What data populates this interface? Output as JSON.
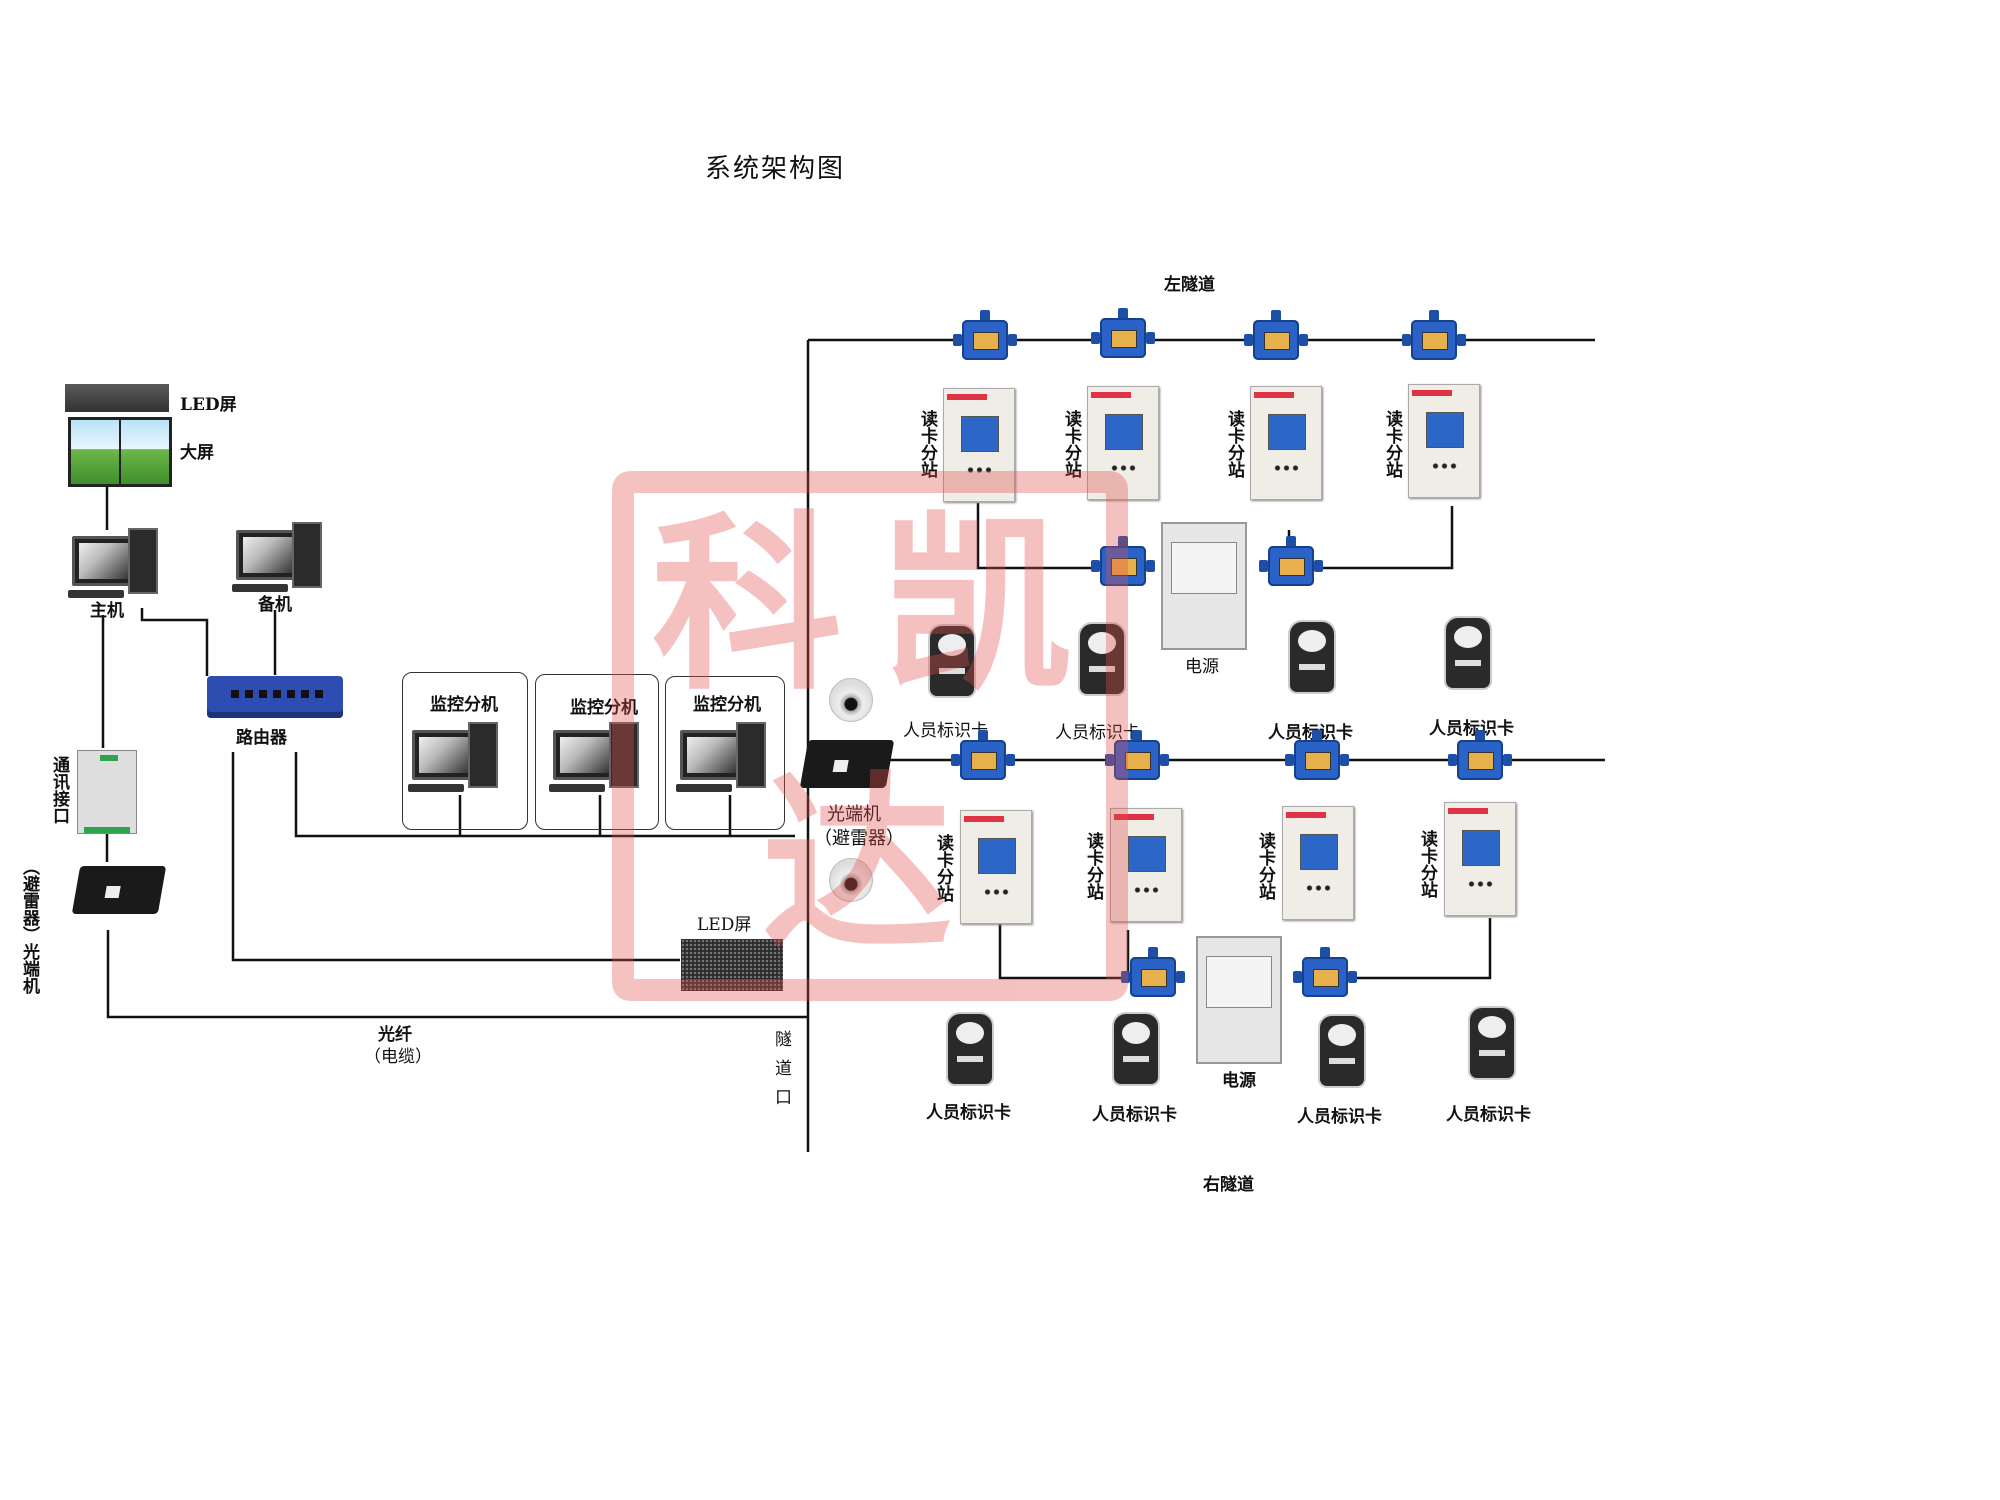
{
  "title": "系统架构图",
  "labels": {
    "led_screen_top": "LED屏",
    "big_screen": "大屏",
    "host": "主机",
    "backup": "备机",
    "router": "路由器",
    "comm_interface": "通讯接口",
    "fiber_left": "（避雷器）光端机",
    "monitor_1": "监控分机",
    "monitor_2": "监控分机",
    "monitor_3": "监控分机",
    "fiber_center_1": "光端机",
    "fiber_center_2": "（避雷器）",
    "led_screen_bottom": "LED屏",
    "fiber_cable_1": "光纤",
    "fiber_cable_2": "（电缆）",
    "tunnel_entrance": "隧道口",
    "left_tunnel": "左隧道",
    "right_tunnel": "右隧道",
    "power_top": "电源",
    "power_bottom": "电源"
  },
  "left_tunnel_readers": [
    "读卡分站",
    "读卡分站",
    "读卡分站",
    "读卡分站"
  ],
  "left_tunnel_cards": [
    "人员标识卡",
    "人员标识卡",
    "人员标识卡",
    "人员标识卡"
  ],
  "right_tunnel_readers": [
    "读卡分站",
    "读卡分站",
    "读卡分站",
    "读卡分站"
  ],
  "right_tunnel_cards": [
    "人员标识卡",
    "人员标识卡",
    "人员标识卡",
    "人员标识卡"
  ],
  "watermark": "科凯达",
  "colors": {
    "junction_box": "#2a62c8",
    "watermark": "#e0504c",
    "line": "#111111"
  }
}
